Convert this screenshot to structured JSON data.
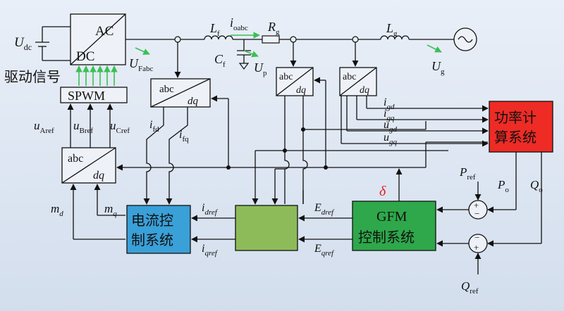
{
  "colors": {
    "background_top": "#e9eff8",
    "background_bottom": "#d3deed",
    "current_control_block": "#3aa0d8",
    "middle_block": "#8dbb5a",
    "gfm_block": "#2ea84a",
    "power_calc_block": "#ee2b25",
    "delta_label": "#e02020",
    "gate_arrows": "#3cbf55"
  },
  "labels": {
    "udc_main": "U",
    "udc_sub": "dc",
    "converter_ac": "AC",
    "converter_dc": "DC",
    "ufabc_main": "U",
    "ufabc_sub": "Fabc",
    "lf_main": "L",
    "lf_sub": "f",
    "ioabc_main": "i",
    "ioabc_sub": "oabc",
    "rg_main": "R",
    "rg_sub": "g",
    "cf_main": "C",
    "cf_sub": "f",
    "up_main": "U",
    "up_sub": "p",
    "lg_main": "L",
    "lg_sub": "g",
    "ug_main": "U",
    "ug_sub": "g",
    "driver_signal": "驱动信号",
    "spwm": "SPWM",
    "uaref_main": "u",
    "uaref_sub": "Aref",
    "ubref_main": "u",
    "ubref_sub": "Bref",
    "ucref_main": "u",
    "ucref_sub": "Cref",
    "abc": "abc",
    "dq": "dq",
    "ifd_main": "i",
    "ifd_sub": "fd",
    "ifq_main": "i",
    "ifq_sub": "fq",
    "igd_main": "i",
    "igd_sub": "gd",
    "igq_main": "i",
    "igq_sub": "gq",
    "ugd_main": "u",
    "ugd_sub": "gd",
    "ugq_main": "u",
    "ugq_sub": "gq",
    "power_calc_line1": "功率计",
    "power_calc_line2": "算系统",
    "delta": "δ",
    "pref_main": "P",
    "pref_sub": "ref",
    "po_main": "P",
    "po_sub": "o",
    "qo_main": "Q",
    "qo_sub": "o",
    "qref_main": "Q",
    "qref_sub": "ref",
    "md_main": "m",
    "md_sub": "d",
    "mq_main": "m",
    "mq_sub": "q",
    "current_ctrl_line1": "电流控",
    "current_ctrl_line2": "制系统",
    "idref_main": "i",
    "idref_sub": "dref",
    "iqref_main": "i",
    "iqref_sub": "qref",
    "edref_main": "E",
    "edref_sub": "dref",
    "eqref_main": "E",
    "eqref_sub": "qref",
    "gfm_line1": "GFM",
    "gfm_line2": "控制系统",
    "plus": "+",
    "minus": "−"
  }
}
